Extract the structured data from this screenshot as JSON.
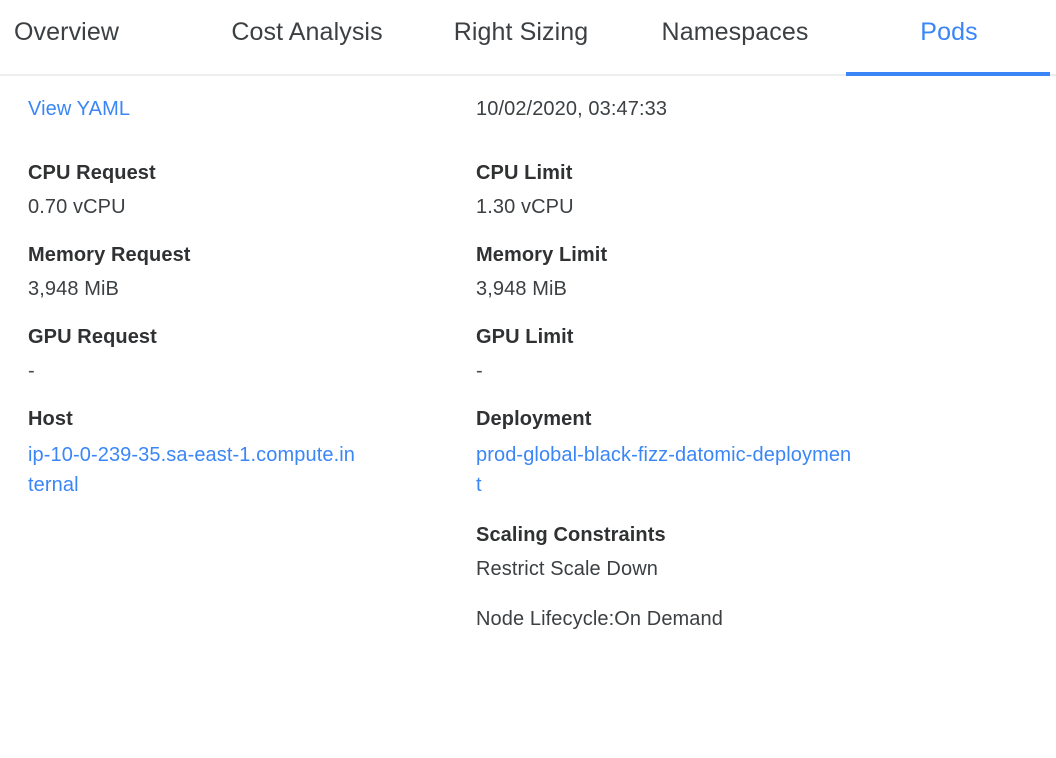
{
  "tabs": [
    {
      "label": "Overview",
      "active": false
    },
    {
      "label": "Cost Analysis",
      "active": false
    },
    {
      "label": "Right Sizing",
      "active": false
    },
    {
      "label": "Namespaces",
      "active": false
    },
    {
      "label": "Pods",
      "active": true
    }
  ],
  "colors": {
    "accent": "#3b86f7",
    "link": "#3b86f7",
    "text": "#3c4043",
    "label": "#2f3133",
    "divider": "#eceef0"
  },
  "left": {
    "view_yaml_link": "View YAML",
    "fields": [
      {
        "label": "CPU Request",
        "value": "0.70 vCPU"
      },
      {
        "label": "Memory Request",
        "value": "3,948 MiB"
      },
      {
        "label": "GPU Request",
        "value": "-"
      }
    ],
    "host": {
      "label": "Host",
      "value": "ip-10-0-239-35.sa-east-1.compute.internal"
    }
  },
  "right": {
    "timestamp": "10/02/2020, 03:47:33",
    "fields": [
      {
        "label": "CPU Limit",
        "value": "1.30 vCPU"
      },
      {
        "label": "Memory Limit",
        "value": "3,948 MiB"
      },
      {
        "label": "GPU Limit",
        "value": "-"
      }
    ],
    "deployment": {
      "label": "Deployment",
      "value": "prod-global-black-fizz-datomic-deployment"
    },
    "scaling": {
      "label": "Scaling Constraints",
      "items": [
        "Restrict Scale Down",
        "Node Lifecycle:On Demand"
      ]
    }
  }
}
